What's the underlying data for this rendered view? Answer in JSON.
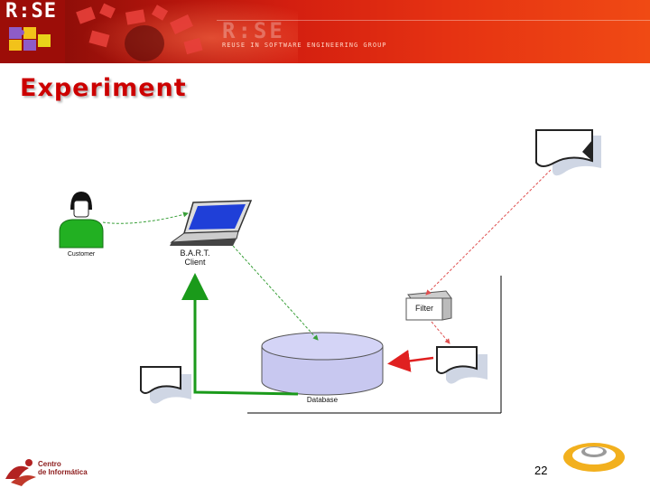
{
  "header": {
    "logo_text": "R:SE",
    "ghost_text": "R:SE",
    "subtitle": "REUSE IN SOFTWARE ENGINEERING GROUP"
  },
  "slide": {
    "title": "Experiment",
    "page_number": "22"
  },
  "diagram": {
    "customer_label": "Customer",
    "client_label_line1": "B.A.R.T.",
    "client_label_line2": "Client",
    "filter_label": "Filter",
    "database_label": "Database"
  },
  "footer": {
    "left_logo_line1": "Centro",
    "left_logo_line2": "de Informática"
  },
  "colors": {
    "title": "#cc0000",
    "banner": "#e63312",
    "green_arrow": "#1a9a1a",
    "red_arrow": "#e02020",
    "database_fill": "#c8c8f0"
  }
}
